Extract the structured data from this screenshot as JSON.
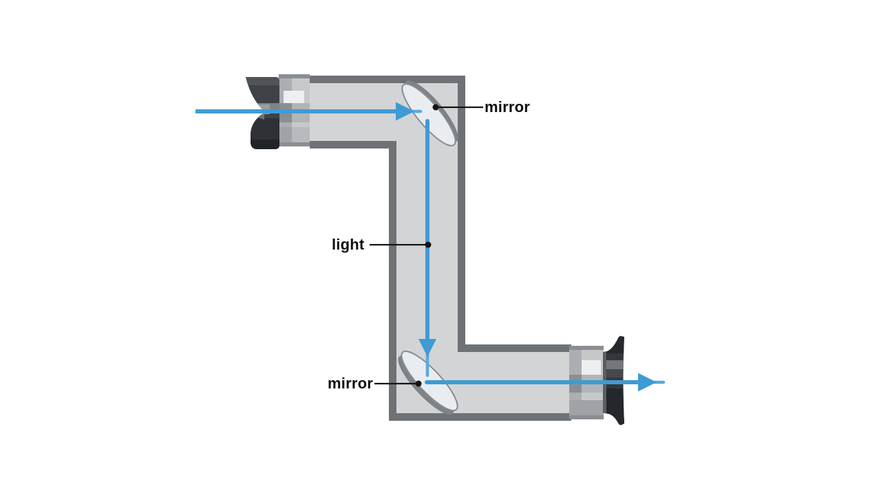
{
  "figure": {
    "title": "periscope light path diagram",
    "background": "#ffffff",
    "labels": {
      "top_mirror": "mirror",
      "light": "light",
      "bottom_mirror": "mirror"
    }
  },
  "colors": {
    "background": "#ffffff",
    "ray": "#3F9BD5",
    "ray-light": "#5AA9DC",
    "tube-border": "#6E7276",
    "tube-fill": "#D3D4D6",
    "mirror-face": "#E9EDF1",
    "mirror-outline": "#868C90",
    "mirror-edge": "#7D8387",
    "leader": "#141414",
    "label-text": "#0F0F0F",
    "cup-dark": "#3E4246",
    "cup-darker": "#25292D",
    "cup-mid": "#6E7276",
    "cup-light": "#9A9EA2",
    "collar-base": "#ABAFB3",
    "collar-light": "#C6C8CA",
    "collar-bright": "#EDEFF0",
    "collar-shadow": "#8A8E92"
  }
}
